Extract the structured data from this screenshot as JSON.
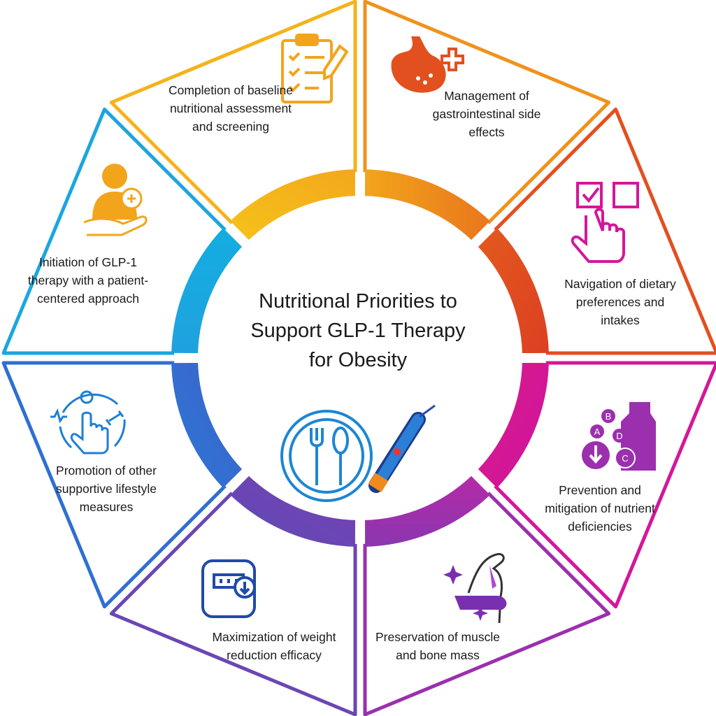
{
  "title": "Nutritional Priorities to Support GLP-1 Therapy for Obesity",
  "segments": [
    {
      "label": "Completion of baseline nutritional assessment and screening",
      "color": "#f0921c",
      "icon": "clipboard-checklist-icon"
    },
    {
      "label": "Management of gastrointestinal side effects",
      "color": "#e2501f",
      "icon": "stomach-plus-icon"
    },
    {
      "label": "Navigation of dietary preferences and intakes",
      "color": "#d4179a",
      "icon": "checkbox-hand-icon"
    },
    {
      "label": "Prevention and mitigation of nutrient deficiencies",
      "color": "#9b2fae",
      "icon": "vitamins-milk-icon"
    },
    {
      "label": "Preservation of muscle and bone mass",
      "color": "#6a47b3",
      "icon": "muscle-arm-icon"
    },
    {
      "label": "Maximization of weight reduction efficacy",
      "color": "#2e6fd1",
      "icon": "weight-scale-icon"
    },
    {
      "label": "Promotion of other supportive lifestyle measures",
      "color": "#1aa6e0",
      "icon": "lifestyle-hand-icon"
    },
    {
      "label": "Initiation of GLP-1 therapy with a patient-centered approach",
      "color": "#f4b31a",
      "icon": "patient-care-icon"
    }
  ],
  "center_icons": [
    "plate-fork-spoon-icon",
    "injection-pen-icon"
  ]
}
